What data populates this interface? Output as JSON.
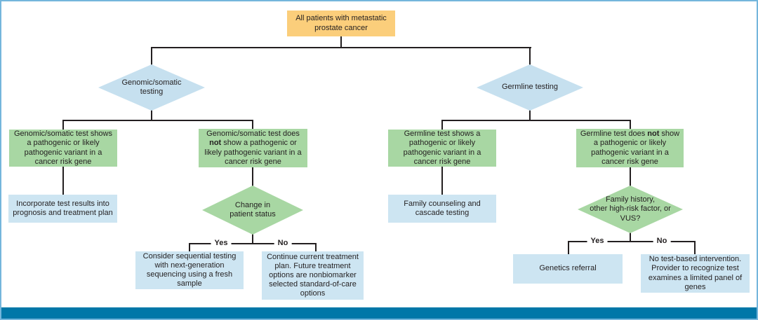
{
  "colors": {
    "box_yellow": "#FBCE7B",
    "box_blue": "#CDE5F2",
    "diamond_blue": "#C6E0EF",
    "box_green": "#A8D7A3",
    "bar_blue": "#0077A8",
    "frame_blue": "#74B6DC",
    "line_dark": "#231F20",
    "text_dark": "#231F20"
  },
  "root": {
    "label": "All patients with metastatic\nprostate cancer"
  },
  "left": {
    "diamond": "Genomic/somatic\ntesting",
    "positive": {
      "box": "Genomic/somatic test shows\na pathogenic or likely\npathogenic variant in a\ncancer risk gene",
      "outcome": "Incorporate test results into\nprognosis and treatment plan"
    },
    "negative": {
      "box_pre": "Genomic/somatic test does\n",
      "box_bold": "not",
      "box_post": " show a pathogenic or\nlikely pathogenic variant in a\ncancer risk gene",
      "decision": "Change in\npatient status",
      "yes_label": "Yes",
      "no_label": "No",
      "yes_outcome": "Consider sequential testing\nwith next-generation\nsequencing using a fresh\nsample",
      "no_outcome": "Continue current treatment\nplan. Future treatment\noptions are nonbiomarker\nselected standard-of-care\noptions"
    }
  },
  "right": {
    "diamond": "Germline testing",
    "positive": {
      "box": "Germline test shows a\npathogenic or likely\npathogenic variant in a\ncancer risk gene",
      "outcome": "Family counseling and\ncascade testing"
    },
    "negative": {
      "box_pre": "Germline test does ",
      "box_bold": "not",
      "box_post": " show\na pathogenic or likely\npathogenic variant in a\ncancer risk gene",
      "decision": "Family history,\nother high-risk factor, or\nVUS?",
      "yes_label": "Yes",
      "no_label": "No",
      "yes_outcome": "Genetics referral",
      "no_outcome": "No test-based intervention.\nProvider to recognize test\nexamines a limited panel of\ngenes"
    }
  }
}
